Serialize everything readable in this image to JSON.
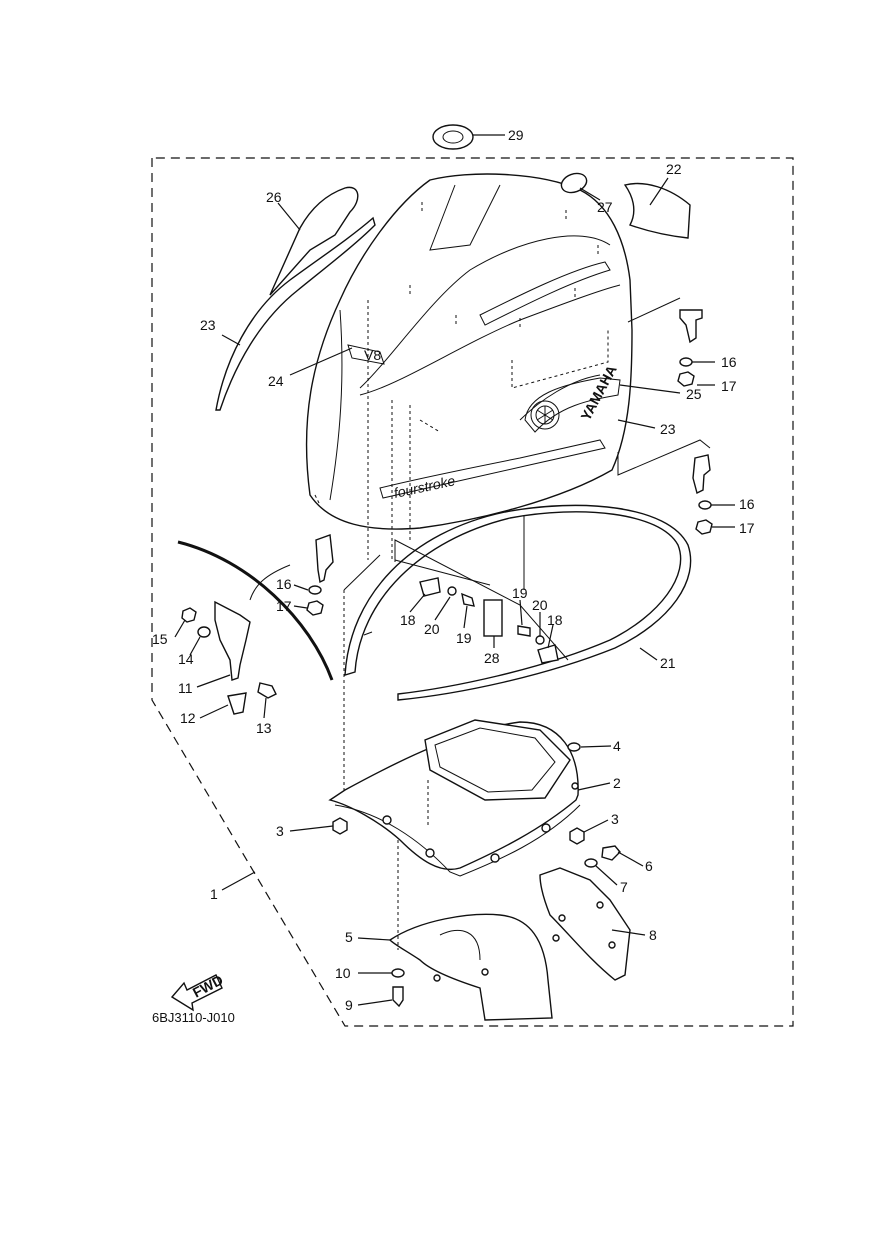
{
  "diagram": {
    "code": "6BJ3110-J010",
    "fwd_label": "FWD",
    "brand_text": "YAMAHA",
    "model_text": "fourstroke",
    "badge_text": "V8",
    "callouts": [
      "1",
      "2",
      "3",
      "3",
      "4",
      "5",
      "6",
      "7",
      "8",
      "9",
      "10",
      "11",
      "12",
      "13",
      "14",
      "15",
      "16",
      "16",
      "16",
      "17",
      "17",
      "17",
      "18",
      "18",
      "19",
      "19",
      "20",
      "20",
      "21",
      "22",
      "23",
      "23",
      "24",
      "25",
      "26",
      "27",
      "28",
      "29"
    ]
  }
}
